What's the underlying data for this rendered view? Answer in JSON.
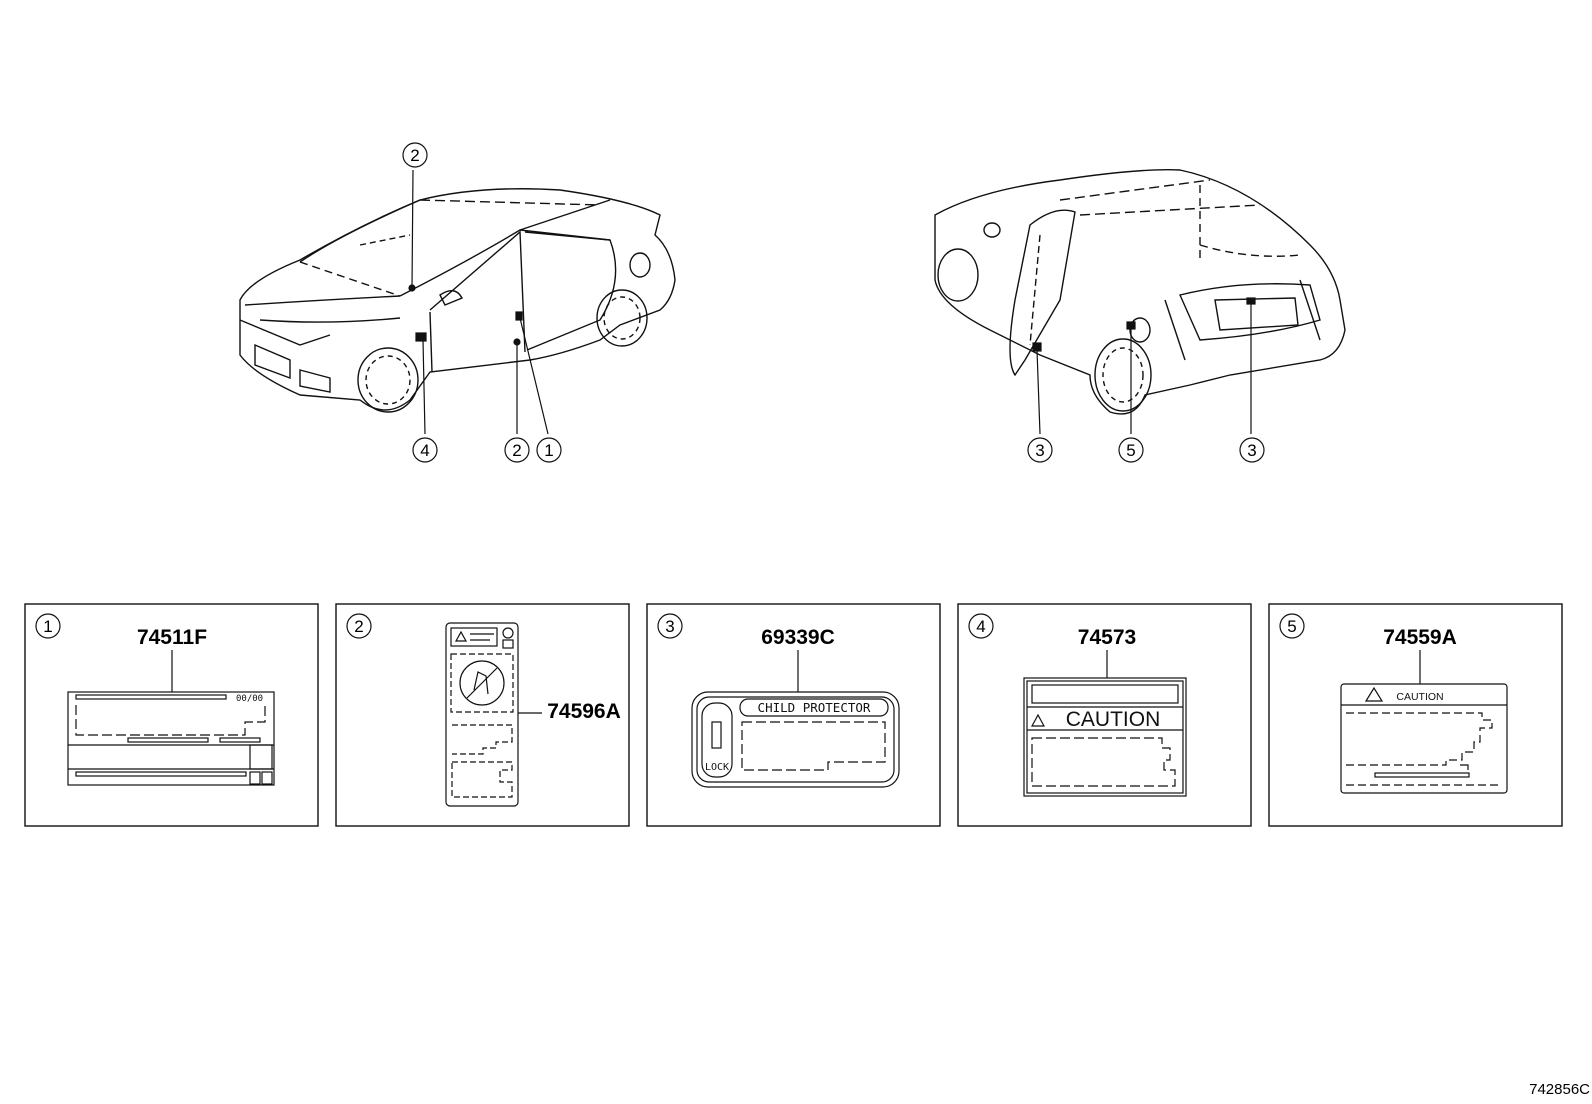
{
  "diagram_id": "742856C",
  "callouts": {
    "front_car": [
      "2",
      "4",
      "2",
      "1"
    ],
    "rear_car": [
      "3",
      "5",
      "3"
    ]
  },
  "panels": [
    {
      "index": "1",
      "part_number": "74511F",
      "label_lines": [
        "00/00"
      ]
    },
    {
      "index": "2",
      "part_number": "74596A",
      "label_lines": []
    },
    {
      "index": "3",
      "part_number": "69339C",
      "label_lines": [
        "CHILD PROTECTOR",
        "LOCK"
      ]
    },
    {
      "index": "4",
      "part_number": "74573",
      "label_lines": [
        "CAUTION"
      ]
    },
    {
      "index": "5",
      "part_number": "74559A",
      "label_lines": [
        "CAUTION"
      ]
    }
  ]
}
